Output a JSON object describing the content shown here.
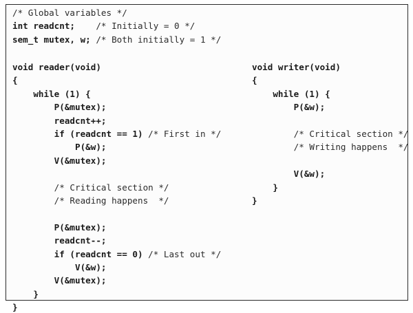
{
  "figure": {
    "globals": [
      {
        "code": "",
        "comment": "/* Global variables */"
      },
      {
        "code": "int readcnt;    ",
        "comment": "/* Initially = 0 */"
      },
      {
        "code": "sem_t mutex, w; ",
        "comment": "/* Both initially = 1 */"
      }
    ],
    "reader": [
      {
        "code": "void reader(void)",
        "comment": ""
      },
      {
        "code": "{",
        "comment": ""
      },
      {
        "code": "    while (1) {",
        "comment": ""
      },
      {
        "code": "        P(&mutex);",
        "comment": ""
      },
      {
        "code": "        readcnt++;",
        "comment": ""
      },
      {
        "code": "        if (readcnt == 1) ",
        "comment": "/* First in */"
      },
      {
        "code": "            P(&w);",
        "comment": ""
      },
      {
        "code": "        V(&mutex);",
        "comment": ""
      },
      {
        "code": "",
        "comment": ""
      },
      {
        "code": "        ",
        "comment": "/* Critical section */"
      },
      {
        "code": "        ",
        "comment": "/* Reading happens  */"
      },
      {
        "code": "",
        "comment": ""
      },
      {
        "code": "        P(&mutex);",
        "comment": ""
      },
      {
        "code": "        readcnt--;",
        "comment": ""
      },
      {
        "code": "        if (readcnt == 0) ",
        "comment": "/* Last out */"
      },
      {
        "code": "            V(&w);",
        "comment": ""
      },
      {
        "code": "        V(&mutex);",
        "comment": ""
      },
      {
        "code": "    }",
        "comment": ""
      },
      {
        "code": "}",
        "comment": ""
      }
    ],
    "writer": [
      {
        "code": "void writer(void)",
        "comment": ""
      },
      {
        "code": "{",
        "comment": ""
      },
      {
        "code": "    while (1) {",
        "comment": ""
      },
      {
        "code": "        P(&w);",
        "comment": ""
      },
      {
        "code": "",
        "comment": ""
      },
      {
        "code": "        ",
        "comment": "/* Critical section */"
      },
      {
        "code": "        ",
        "comment": "/* Writing happens  */"
      },
      {
        "code": "",
        "comment": ""
      },
      {
        "code": "        V(&w);",
        "comment": ""
      },
      {
        "code": "    }",
        "comment": ""
      },
      {
        "code": "}",
        "comment": ""
      }
    ]
  }
}
